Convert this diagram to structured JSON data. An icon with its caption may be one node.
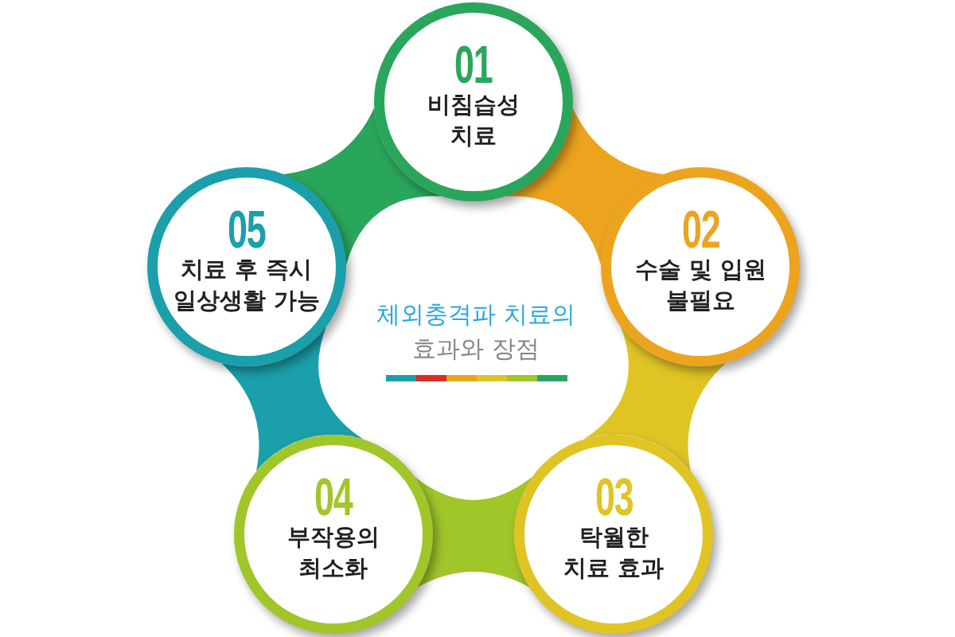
{
  "diagram": {
    "title": "체외충격파 치료의 효과와 장점",
    "nodes": [
      {
        "text": [
          "01",
          "비침습성 치료"
        ]
      },
      {
        "text": [
          "02",
          "수술 및 입원 불필요"
        ]
      },
      {
        "text": [
          "03",
          "탁월한 치료 효과"
        ]
      },
      {
        "text": [
          "04",
          "부작용의 최소화"
        ]
      },
      {
        "text": [
          "05",
          "치료 후 즉시 일상생활 가능"
        ]
      }
    ],
    "edges": [
      {
        "from": 0,
        "to": 1,
        "arrow": "none",
        "color": "#eca41f"
      },
      {
        "from": 1,
        "to": 2,
        "arrow": "none",
        "color": "#e0c424"
      },
      {
        "from": 2,
        "to": 3,
        "arrow": "none",
        "color": "#a0c62a"
      },
      {
        "from": 3,
        "to": 4,
        "arrow": "none",
        "color": "#1a9fab"
      },
      {
        "from": 4,
        "to": 0,
        "arrow": "none",
        "color": "#2aa65c"
      }
    ]
  }
}
